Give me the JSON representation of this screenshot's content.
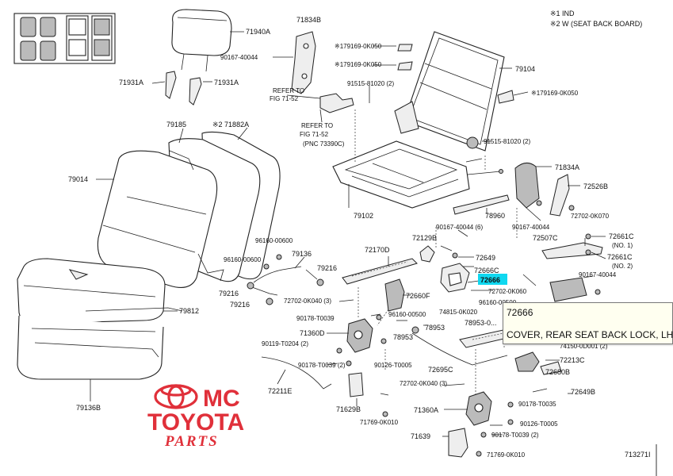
{
  "legend": {
    "line1": "※1 IND",
    "line2": "※2 W (SEAT BACK BOARD)"
  },
  "diagram_id": "713271I",
  "labels": [
    {
      "id": "l71940A",
      "text": "71940A"
    },
    {
      "id": "l71834B",
      "text": "71834B"
    },
    {
      "id": "l90167a",
      "text": "90167-40044"
    },
    {
      "id": "l179169a",
      "text": "※179169-0K050"
    },
    {
      "id": "l179169b",
      "text": "※179169-0K050"
    },
    {
      "id": "l79104",
      "text": "79104"
    },
    {
      "id": "l71931A1",
      "text": "71931A"
    },
    {
      "id": "l71931A2",
      "text": "71931A"
    },
    {
      "id": "l91515a",
      "text": "91515-81020 (2)"
    },
    {
      "id": "l179169c",
      "text": "※179169-0K050"
    },
    {
      "id": "lref1a",
      "text": "REFER TO"
    },
    {
      "id": "lref1b",
      "text": "FIG 71-52"
    },
    {
      "id": "lref2a",
      "text": "REFER TO"
    },
    {
      "id": "lref2b",
      "text": "FIG 71-52"
    },
    {
      "id": "lref2c",
      "text": "(PNC 73390C)"
    },
    {
      "id": "l79185",
      "text": "79185"
    },
    {
      "id": "l271882A",
      "text": "※2 71882A"
    },
    {
      "id": "l91515b",
      "text": "91515-81020 (2)"
    },
    {
      "id": "l79014",
      "text": "79014"
    },
    {
      "id": "l71834A",
      "text": "71834A"
    },
    {
      "id": "l72526B",
      "text": "72526B"
    },
    {
      "id": "l79102",
      "text": "79102"
    },
    {
      "id": "l78960",
      "text": "78960"
    },
    {
      "id": "l72702a",
      "text": "72702-0K070"
    },
    {
      "id": "l90167b",
      "text": "90167-40044 (6)"
    },
    {
      "id": "l90167c",
      "text": "90167-40044"
    },
    {
      "id": "l72507C",
      "text": "72507C"
    },
    {
      "id": "l72661C1",
      "text": "72661C"
    },
    {
      "id": "l72661C1n",
      "text": "(NO. 1)"
    },
    {
      "id": "l96160a",
      "text": "96160-00600"
    },
    {
      "id": "l72170D",
      "text": "72170D"
    },
    {
      "id": "l72129B",
      "text": "72129B"
    },
    {
      "id": "l72661C2",
      "text": "72661C"
    },
    {
      "id": "l72661C2n",
      "text": "(NO. 2)"
    },
    {
      "id": "l79136",
      "text": "79136"
    },
    {
      "id": "l96160b",
      "text": "96160-00600"
    },
    {
      "id": "l72649",
      "text": "72649"
    },
    {
      "id": "l72666C",
      "text": "72666C"
    },
    {
      "id": "l90167d",
      "text": "90167-40044"
    },
    {
      "id": "l79216a",
      "text": "79216"
    },
    {
      "id": "l72666",
      "text": "72666"
    },
    {
      "id": "l79216b",
      "text": "79216"
    },
    {
      "id": "l72702b",
      "text": "72702-0K060"
    },
    {
      "id": "l79216c",
      "text": "79216"
    },
    {
      "id": "l72702c",
      "text": "72702-0K040 (3)"
    },
    {
      "id": "l72660F",
      "text": "72660F"
    },
    {
      "id": "l96160c",
      "text": "96160-00500"
    },
    {
      "id": "l79812",
      "text": "79812"
    },
    {
      "id": "l90178a",
      "text": "90178-T0039"
    },
    {
      "id": "l96160d",
      "text": "96160-00500"
    },
    {
      "id": "l74815",
      "text": "74815-0K020"
    },
    {
      "id": "l78953a",
      "text": "78953"
    },
    {
      "id": "l78953b",
      "text": "78953-0..."
    },
    {
      "id": "l71360D",
      "text": "71360D"
    },
    {
      "id": "l90119",
      "text": "90119-T0204 (2)"
    },
    {
      "id": "l78953c",
      "text": "78953"
    },
    {
      "id": "l74150",
      "text": "74150-0D001 (2)"
    },
    {
      "id": "l90178b",
      "text": "90178-T0039 (2)"
    },
    {
      "id": "l90126a",
      "text": "90126-T0005"
    },
    {
      "id": "l72695C",
      "text": "72695C"
    },
    {
      "id": "l72213C",
      "text": "72213C"
    },
    {
      "id": "l72680B",
      "text": "72680B"
    },
    {
      "id": "l79136B",
      "text": "79136B"
    },
    {
      "id": "l72211E",
      "text": "72211E"
    },
    {
      "id": "l72702d",
      "text": "72702-0K040 (3)"
    },
    {
      "id": "l72649B",
      "text": "72649B"
    },
    {
      "id": "l71629B",
      "text": "71629B"
    },
    {
      "id": "l71360A",
      "text": "71360A"
    },
    {
      "id": "l90178c",
      "text": "90178-T0035"
    },
    {
      "id": "l71769a",
      "text": "71769-0K010"
    },
    {
      "id": "l90126b",
      "text": "90126-T0005"
    },
    {
      "id": "l71639",
      "text": "71639"
    },
    {
      "id": "l90178d",
      "text": "90178-T0039 (2)"
    },
    {
      "id": "l71769b",
      "text": "71769-0K010"
    }
  ],
  "tooltip": {
    "part_number": "72666",
    "description": "COVER, REAR SEAT BACK LOCK, LH"
  },
  "logo": {
    "line1": "MC",
    "line2": "TOYOTA",
    "line3": "PARTS",
    "color": "#e0303a"
  },
  "highlight_color": "#10d8f0"
}
